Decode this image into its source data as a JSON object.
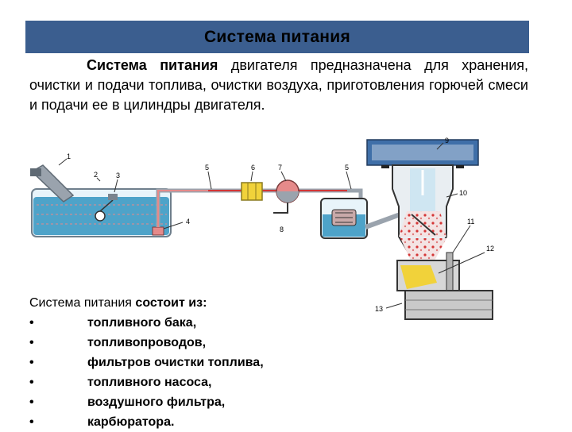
{
  "slide": {
    "title": "Система питания",
    "intro_bold": "Система питания",
    "intro_rest": " двигателя предназначена для хранения, очистки и подачи топлива, очистки воздуха, приготовления горючей смеси и подачи ее в цилиндры двигателя."
  },
  "diagram": {
    "callouts": [
      "1",
      "2",
      "3",
      "4",
      "5",
      "6",
      "7",
      "5",
      "8",
      "9",
      "10",
      "11",
      "12",
      "13"
    ],
    "colors": {
      "water": "#4ea3c9",
      "fuel": "#e58a8a",
      "filter": "#f1d23a",
      "metal": "#9aa3ad",
      "red": "#d43535"
    }
  },
  "composition": {
    "lead_plain": "Система питания ",
    "lead_bold": "состоит из:",
    "bullet": "•",
    "items": [
      "топливного бака,",
      "топливопроводов,",
      "фильтров очистки топлива,",
      "топливного насоса,",
      "воздушного фильтра,",
      "карбюратора."
    ]
  }
}
